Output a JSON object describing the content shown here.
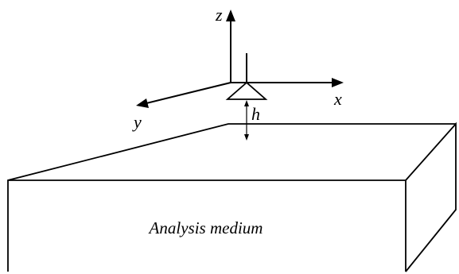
{
  "diagram": {
    "labels": {
      "z_axis": "z",
      "x_axis": "x",
      "y_axis": "y",
      "height": "h",
      "medium": "Analysis medium"
    },
    "colors": {
      "stroke": "#000000",
      "background": "#ffffff"
    }
  }
}
